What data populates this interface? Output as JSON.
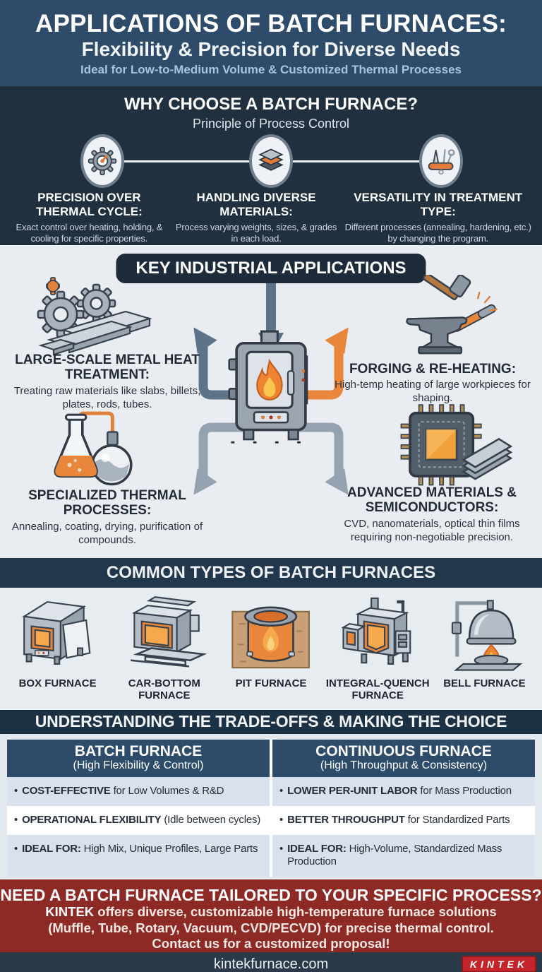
{
  "header": {
    "title": "APPLICATIONS OF BATCH FURNACES:",
    "subtitle": "Flexibility & Precision for Diverse Needs",
    "tagline": "Ideal for Low-to-Medium Volume & Customized Thermal Processes"
  },
  "why": {
    "title": "WHY CHOOSE A BATCH FURNACE?",
    "subtitle": "Principle of Process Control",
    "items": [
      {
        "icon": "gauge-gear-icon",
        "heading": "PRECISION OVER THERMAL CYCLE:",
        "body": "Exact control over heating, holding, & cooling for specific properties."
      },
      {
        "icon": "stacked-layers-icon",
        "heading": "HANDLING DIVERSE MATERIALS:",
        "body": "Process varying weights, sizes, & grades in each load."
      },
      {
        "icon": "multi-tool-icon",
        "heading": "VERSATILITY IN TREATMENT TYPE:",
        "body": "Different processes (annealing, hardening, etc.) by changing the program."
      }
    ]
  },
  "applications": {
    "title": "KEY INDUSTRIAL APPLICATIONS",
    "center_icon": "batch-furnace-icon",
    "items": [
      {
        "icon": "gears-metal-icon",
        "heading": "LARGE-SCALE METAL HEAT TREATMENT:",
        "body": "Treating raw materials like slabs, billets, plates, rods, tubes."
      },
      {
        "icon": "hammer-anvil-icon",
        "heading": "FORGING & RE-HEATING:",
        "body": "High-temp heating of large workpieces for shaping."
      },
      {
        "icon": "flask-icon",
        "heading": "SPECIALIZED THERMAL PROCESSES:",
        "body": "Annealing, coating, drying, purification of compounds."
      },
      {
        "icon": "semiconductor-chip-icon",
        "heading": "ADVANCED MATERIALS & SEMICONDUCTORS:",
        "body": "CVD, nanomaterials, optical thin films requiring non-negotiable precision."
      }
    ]
  },
  "types": {
    "title": "COMMON TYPES OF BATCH FURNACES",
    "items": [
      {
        "icon": "box-furnace-icon",
        "label": "BOX FURNACE"
      },
      {
        "icon": "car-bottom-furnace-icon",
        "label": "CAR-BOTTOM FURNACE"
      },
      {
        "icon": "pit-furnace-icon",
        "label": "PIT FURNACE"
      },
      {
        "icon": "integral-quench-furnace-icon",
        "label": "INTEGRAL-QUENCH FURNACE"
      },
      {
        "icon": "bell-furnace-icon",
        "label": "BELL FURNACE"
      }
    ]
  },
  "tradeoffs": {
    "title": "UNDERSTANDING THE TRADE-OFFS & MAKING THE CHOICE",
    "bullet": "•",
    "columns": [
      {
        "name": "BATCH FURNACE",
        "qualifier": "(High Flexibility & Control)"
      },
      {
        "name": "CONTINUOUS FURNACE",
        "qualifier": "(High Throughput & Consistency)"
      }
    ],
    "rows": [
      {
        "left": {
          "lead": "COST-EFFECTIVE",
          "rest": " for Low Volumes & R&D"
        },
        "right": {
          "lead": "LOWER PER-UNIT LABOR",
          "rest": " for Mass Production"
        }
      },
      {
        "left": {
          "lead": "OPERATIONAL FLEXIBILITY",
          "rest": " (Idle between cycles)"
        },
        "right": {
          "lead": "BETTER THROUGHPUT",
          "rest": " for Standardized Parts"
        }
      },
      {
        "left": {
          "lead": "IDEAL FOR:",
          "rest": " High Mix, Unique Profiles, Large Parts"
        },
        "right": {
          "lead": "IDEAL FOR:",
          "rest": " High-Volume, Standardized Mass Production"
        }
      }
    ]
  },
  "cta": {
    "headline": "NEED A BATCH FURNACE TAILORED TO YOUR SPECIFIC PROCESS?",
    "line1_lead": "KINTEK",
    "line1_rest": " offers diverse, customizable high-temperature furnace solutions",
    "line2": "(Muffle, Tube, Rotary, Vacuum, CVD/PECVD) for precise thermal control.",
    "line3": "Contact us for a customized proposal!"
  },
  "footer": {
    "website": "kintekfurnace.com",
    "logo": "KINTEK"
  },
  "colors": {
    "header_blue": "#2e4b69",
    "dark_navy": "#20303f",
    "light_bg": "#e9edf1",
    "accent_orange": "#e8873b",
    "arrow_slate": "#5d7488",
    "table_blue": "#2e4c6a",
    "cta_red": "#8e2a26",
    "logo_red": "#c4242b"
  }
}
